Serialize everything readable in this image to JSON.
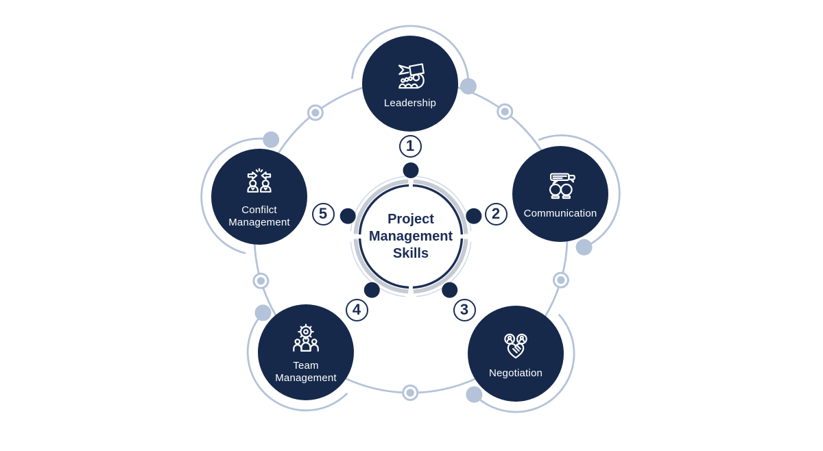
{
  "figure": {
    "center": {
      "title": "Project Management Skills"
    },
    "skills": [
      {
        "number": "1",
        "label": "Leadership"
      },
      {
        "number": "2",
        "label": "Communication"
      },
      {
        "number": "3",
        "label": "Negotiation"
      },
      {
        "number": "4",
        "label": "Team Management"
      },
      {
        "number": "5",
        "label": "Confilct Management"
      }
    ],
    "colors": {
      "navy": "#16294b",
      "navy_ring": "#1c2f55",
      "text_navy": "#1b2d55",
      "light_blue": "#b4c3d9",
      "silver": "#c6cbd3",
      "hub_thin": "#cdd8e7",
      "icon_stroke": "#ffffff",
      "background": "#ffffff"
    }
  }
}
